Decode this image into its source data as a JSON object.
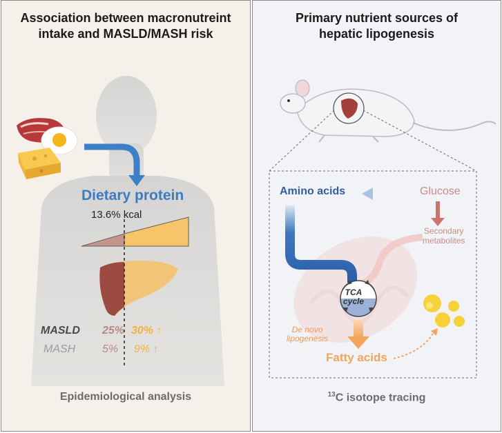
{
  "left_panel": {
    "title_line1": "Association between macronutreint",
    "title_line2": "intake and MASLD/MASH risk",
    "protein_label": "Dietary protein",
    "threshold_label": "13.6% kcal",
    "rows": {
      "masld": {
        "label": "MASLD",
        "low": "25%",
        "high": "30%",
        "trend": "↑"
      },
      "mash": {
        "label": "MASH",
        "low": "5%",
        "high": "9%",
        "trend": "↑"
      }
    },
    "footer": "Epidemiological analysis"
  },
  "right_panel": {
    "title_line1": "Primary nutrient sources of",
    "title_line2": "hepatic lipogenesis",
    "amino_acids": "Amino acids",
    "glucose": "Glucose",
    "secondary_line1": "Secondary",
    "secondary_line2": "metabolites",
    "tca_line1": "TCA",
    "tca_line2": "cycle",
    "de_novo_line1": "De novo",
    "de_novo_line2": "lipogenesis",
    "fatty_acids": "Fatty acids",
    "footer_sup": "13",
    "footer_text": "C isotope tracing"
  },
  "colors": {
    "protein_blue": "#3a7cc3",
    "glucose_pink": "#c98b85",
    "fat_orange": "#f3a35a",
    "liver_brown": "#b48a82",
    "high_yellow": "#f0b13f"
  }
}
